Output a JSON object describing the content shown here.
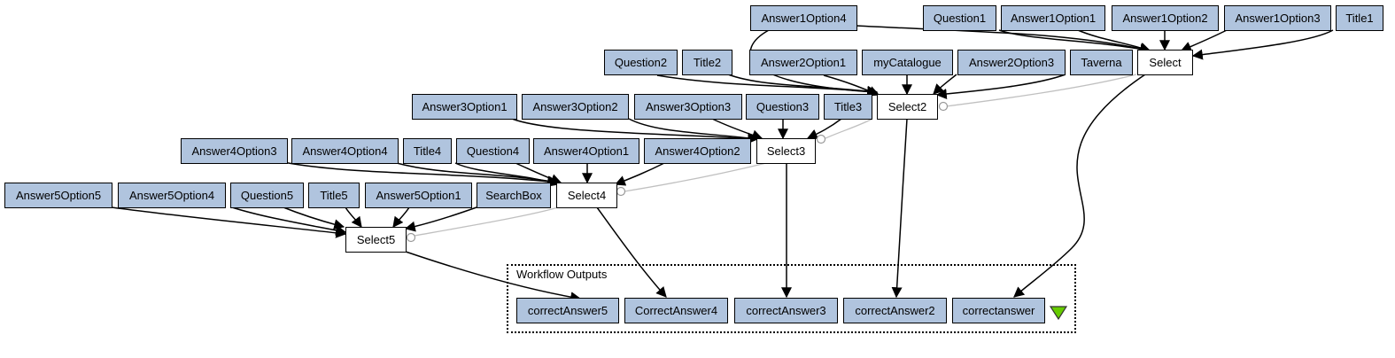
{
  "diagram": {
    "inputs": {
      "Answer1Option4": "Answer1Option4",
      "Question1": "Question1",
      "Answer1Option1": "Answer1Option1",
      "Answer1Option2": "Answer1Option2",
      "Answer1Option3": "Answer1Option3",
      "Title1": "Title1",
      "Question2": "Question2",
      "Title2": "Title2",
      "Answer2Option1": "Answer2Option1",
      "myCatalogue": "myCatalogue",
      "Answer2Option3": "Answer2Option3",
      "Taverna": "Taverna",
      "Answer3Option1": "Answer3Option1",
      "Answer3Option2": "Answer3Option2",
      "Answer3Option3": "Answer3Option3",
      "Question3": "Question3",
      "Title3": "Title3",
      "Answer4Option3": "Answer4Option3",
      "Answer4Option4": "Answer4Option4",
      "Title4": "Title4",
      "Question4": "Question4",
      "Answer4Option1": "Answer4Option1",
      "Answer4Option2": "Answer4Option2",
      "Answer5Option5": "Answer5Option5",
      "Answer5Option4": "Answer5Option4",
      "Question5": "Question5",
      "Title5": "Title5",
      "Answer5Option1": "Answer5Option1",
      "SearchBox": "SearchBox"
    },
    "processors": {
      "Select": "Select",
      "Select2": "Select2",
      "Select3": "Select3",
      "Select4": "Select4",
      "Select5": "Select5"
    },
    "outputs_label": "Workflow Outputs",
    "outputs": {
      "correctAnswer5": "correctAnswer5",
      "CorrectAnswer4": "CorrectAnswer4",
      "correctAnswer3": "correctAnswer3",
      "correctAnswer2": "correctAnswer2",
      "correctanswer": "correctanswer"
    },
    "colors": {
      "input_fill": "#b0c4de",
      "processor_fill": "#ffffff",
      "output_fill": "#b0c4de",
      "edge": "#000000",
      "control_edge": "#c0c0c0",
      "output_marker": "#66cc00"
    }
  }
}
